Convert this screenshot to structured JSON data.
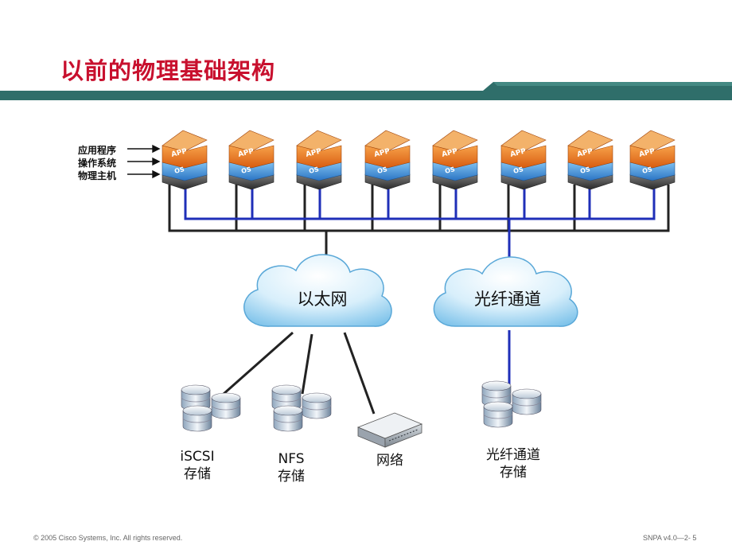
{
  "title": "以前的物理基础架构",
  "layer_labels": [
    "应用程序",
    "操作系统",
    "物理主机"
  ],
  "stack_labels": {
    "app": "APP",
    "os": "OS"
  },
  "clouds": {
    "ethernet": "以太网",
    "fibre": "光纤通道"
  },
  "storage": {
    "iscsi": [
      "iSCSI",
      "存储"
    ],
    "nfs": [
      "NFS",
      "存储"
    ],
    "network": "网络",
    "fibre": [
      "光纤通道",
      "存储"
    ]
  },
  "footer": {
    "copyright": "© 2005 Cisco Systems, Inc. All rights reserved.",
    "course": "SNPA v4.0—2- 5"
  },
  "colors": {
    "title": "#c8102e",
    "banner": "#2f6e6a",
    "app_layer": "#e8741e",
    "os_layer": "#3d8ed8",
    "ethernet_line": "#222222",
    "fibre_line": "#1f2fb8",
    "cloud": "#9fd3f2"
  }
}
